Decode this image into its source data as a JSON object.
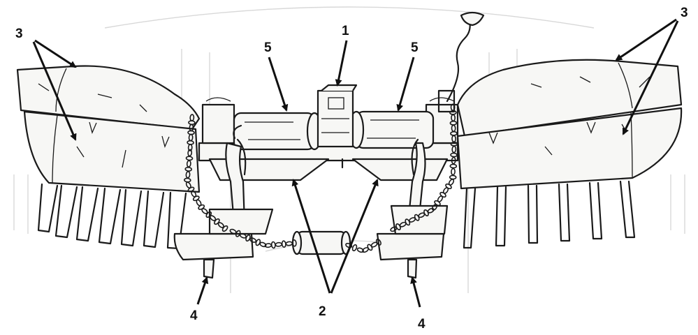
{
  "callouts": [
    {
      "id": "c1",
      "label": "1"
    },
    {
      "id": "c2",
      "label": "2"
    },
    {
      "id": "c3l",
      "label": "3"
    },
    {
      "id": "c3r",
      "label": "3"
    },
    {
      "id": "c4l",
      "label": "4"
    },
    {
      "id": "c4r",
      "label": "4"
    },
    {
      "id": "c5l",
      "label": "5"
    },
    {
      "id": "c5r",
      "label": "5"
    }
  ],
  "colors": {
    "ink": "#1a1a1a",
    "paper": "#ffffff"
  }
}
